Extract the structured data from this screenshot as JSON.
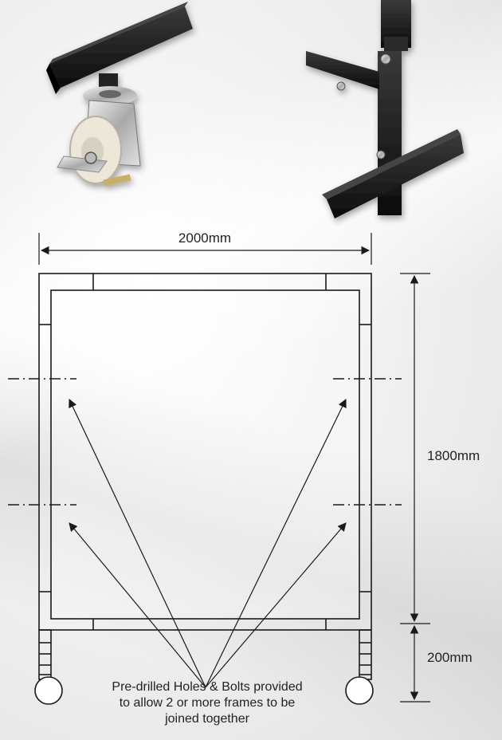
{
  "dimensions": {
    "width_label": "2000mm",
    "height_label": "1800mm",
    "leg_label": "200mm"
  },
  "caption": {
    "line1": "Pre-drilled Holes & Bolts provided",
    "line2": "to allow 2 or more frames to be",
    "line3": "joined together"
  },
  "colors": {
    "line": "#1a1a1a",
    "metal_dark": "#161616",
    "wheel": "#e9e4d6"
  },
  "icons": {
    "castor_photo": "castor-wheel-photo",
    "foot_photo": "frame-foot-photo"
  }
}
